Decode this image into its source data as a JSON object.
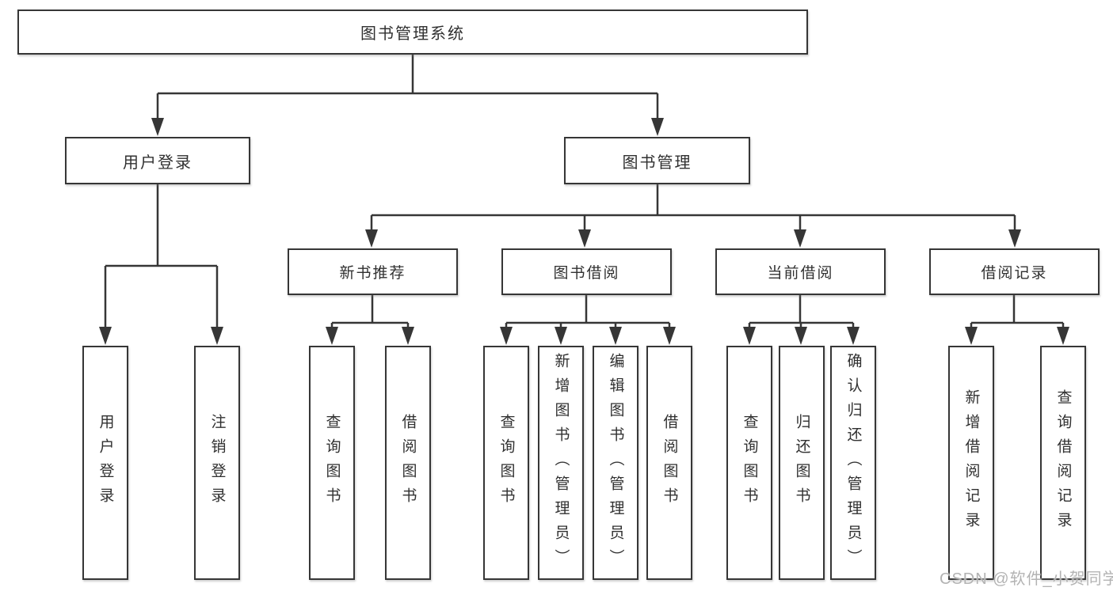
{
  "tree": {
    "root": {
      "label": "图书管理系统"
    },
    "branches": [
      {
        "label": "用户登录",
        "children": [
          {
            "label": "用户登录"
          },
          {
            "label": "注销登录"
          }
        ]
      },
      {
        "label": "图书管理",
        "children": [
          {
            "label": "新书推荐",
            "children": [
              {
                "label": "查询图书"
              },
              {
                "label": "借阅图书"
              }
            ]
          },
          {
            "label": "图书借阅",
            "children": [
              {
                "label": "查询图书"
              },
              {
                "label": "新增图书（管理员）"
              },
              {
                "label": "编辑图书（管理员）"
              },
              {
                "label": "借阅图书"
              }
            ]
          },
          {
            "label": "当前借阅",
            "children": [
              {
                "label": "查询图书"
              },
              {
                "label": "归还图书"
              },
              {
                "label": "确认归还（管理员）"
              }
            ]
          },
          {
            "label": "借阅记录",
            "children": [
              {
                "label": "新增借阅记录"
              },
              {
                "label": "查询借阅记录"
              }
            ]
          }
        ]
      }
    ]
  },
  "watermark": {
    "text": "CSDN @软件_小贺同学"
  },
  "colors": {
    "line": "#363636",
    "box_border": "#363636",
    "box_background": "#ffffff",
    "text": "#303030",
    "watermark": "#b3b3b3",
    "background": "#ffffff"
  }
}
